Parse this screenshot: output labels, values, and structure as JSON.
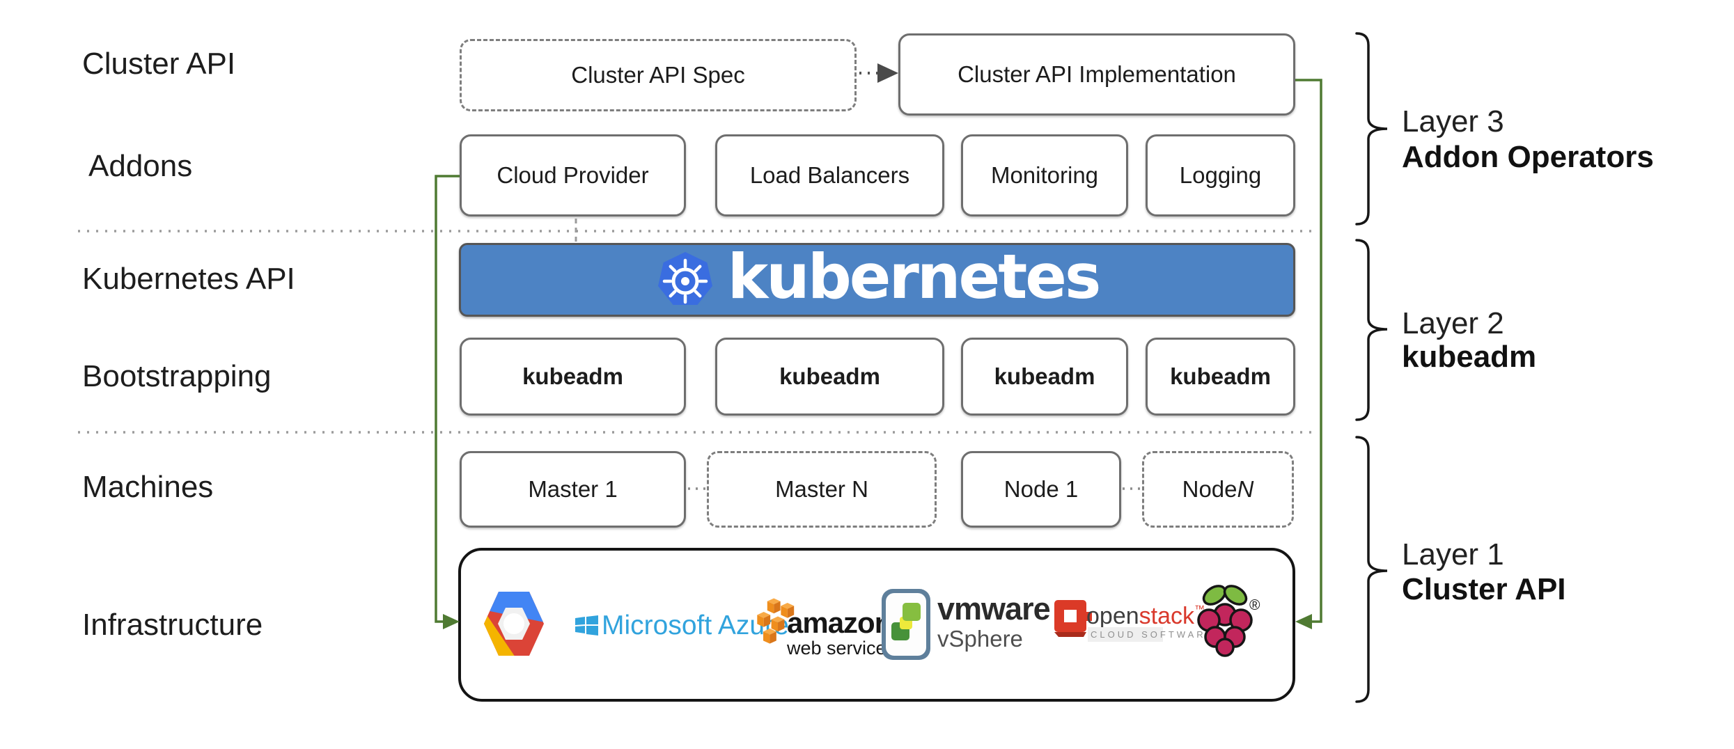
{
  "left_labels": {
    "cluster_api": "Cluster API",
    "addons": "Addons",
    "kubernetes_api": "Kubernetes API",
    "bootstrapping": "Bootstrapping",
    "machines": "Machines",
    "infrastructure": "Infrastructure"
  },
  "cluster_api_row": {
    "spec": "Cluster API Spec",
    "implementation": "Cluster API Implementation"
  },
  "addons_row": {
    "boxes": [
      "Cloud Provider",
      "Load Balancers",
      "Monitoring",
      "Logging"
    ]
  },
  "kubernetes_banner": {
    "wordmark": "kubernetes",
    "logo_icon": "kubernetes-helm-wheel"
  },
  "bootstrapping_row": {
    "boxes": [
      "kubeadm",
      "kubeadm",
      "kubeadm",
      "kubeadm"
    ]
  },
  "machines_row": {
    "boxes": [
      {
        "label": "Master 1",
        "suffix": "",
        "style": "solid"
      },
      {
        "label": "Master N",
        "suffix": "",
        "style": "dashed"
      },
      {
        "label": "Node 1",
        "suffix": "",
        "style": "solid"
      },
      {
        "label": "Node ",
        "suffix": "N",
        "style": "dashed"
      }
    ]
  },
  "infrastructure_row": {
    "providers": {
      "google_cloud": {
        "icon": "google-cloud-hexagon-logo"
      },
      "microsoft_azure": {
        "icon": "microsoft-window-logo",
        "label": "Microsoft Azure"
      },
      "amazon_web_services": {
        "icon": "aws-cubes-logo",
        "label": "amazon",
        "sublabel": "web services"
      },
      "vmware": {
        "icon": "vmware-vsphere-logo",
        "label": "vmware",
        "sublabel": "vSphere"
      },
      "openstack": {
        "icon": "openstack-cube-logo",
        "label_open": "open",
        "label_stack": "stack",
        "trademark": "™",
        "sublabel": "CLOUD SOFTWARE"
      },
      "raspberry_pi": {
        "icon": "raspberry-pi-logo",
        "registered": "®"
      }
    }
  },
  "layer_annotations": [
    {
      "title": "Layer 3",
      "subtitle": "Addon Operators"
    },
    {
      "title": "Layer 2",
      "subtitle": "kubeadm"
    },
    {
      "title": "Layer 1",
      "subtitle": "Cluster API"
    }
  ],
  "colors": {
    "banner_blue": "#4d83c4",
    "k8s_logo_blue": "#3a6de0",
    "connector_green": "#4f7a32",
    "azure_blue": "#31a3dd",
    "aws_orange": "#ef8e1d",
    "openstack_red": "#d9392c",
    "raspberry_crimson": "#c2265c",
    "leaf_green": "#7ebb42",
    "box_border_gray": "#6e6e6e"
  }
}
